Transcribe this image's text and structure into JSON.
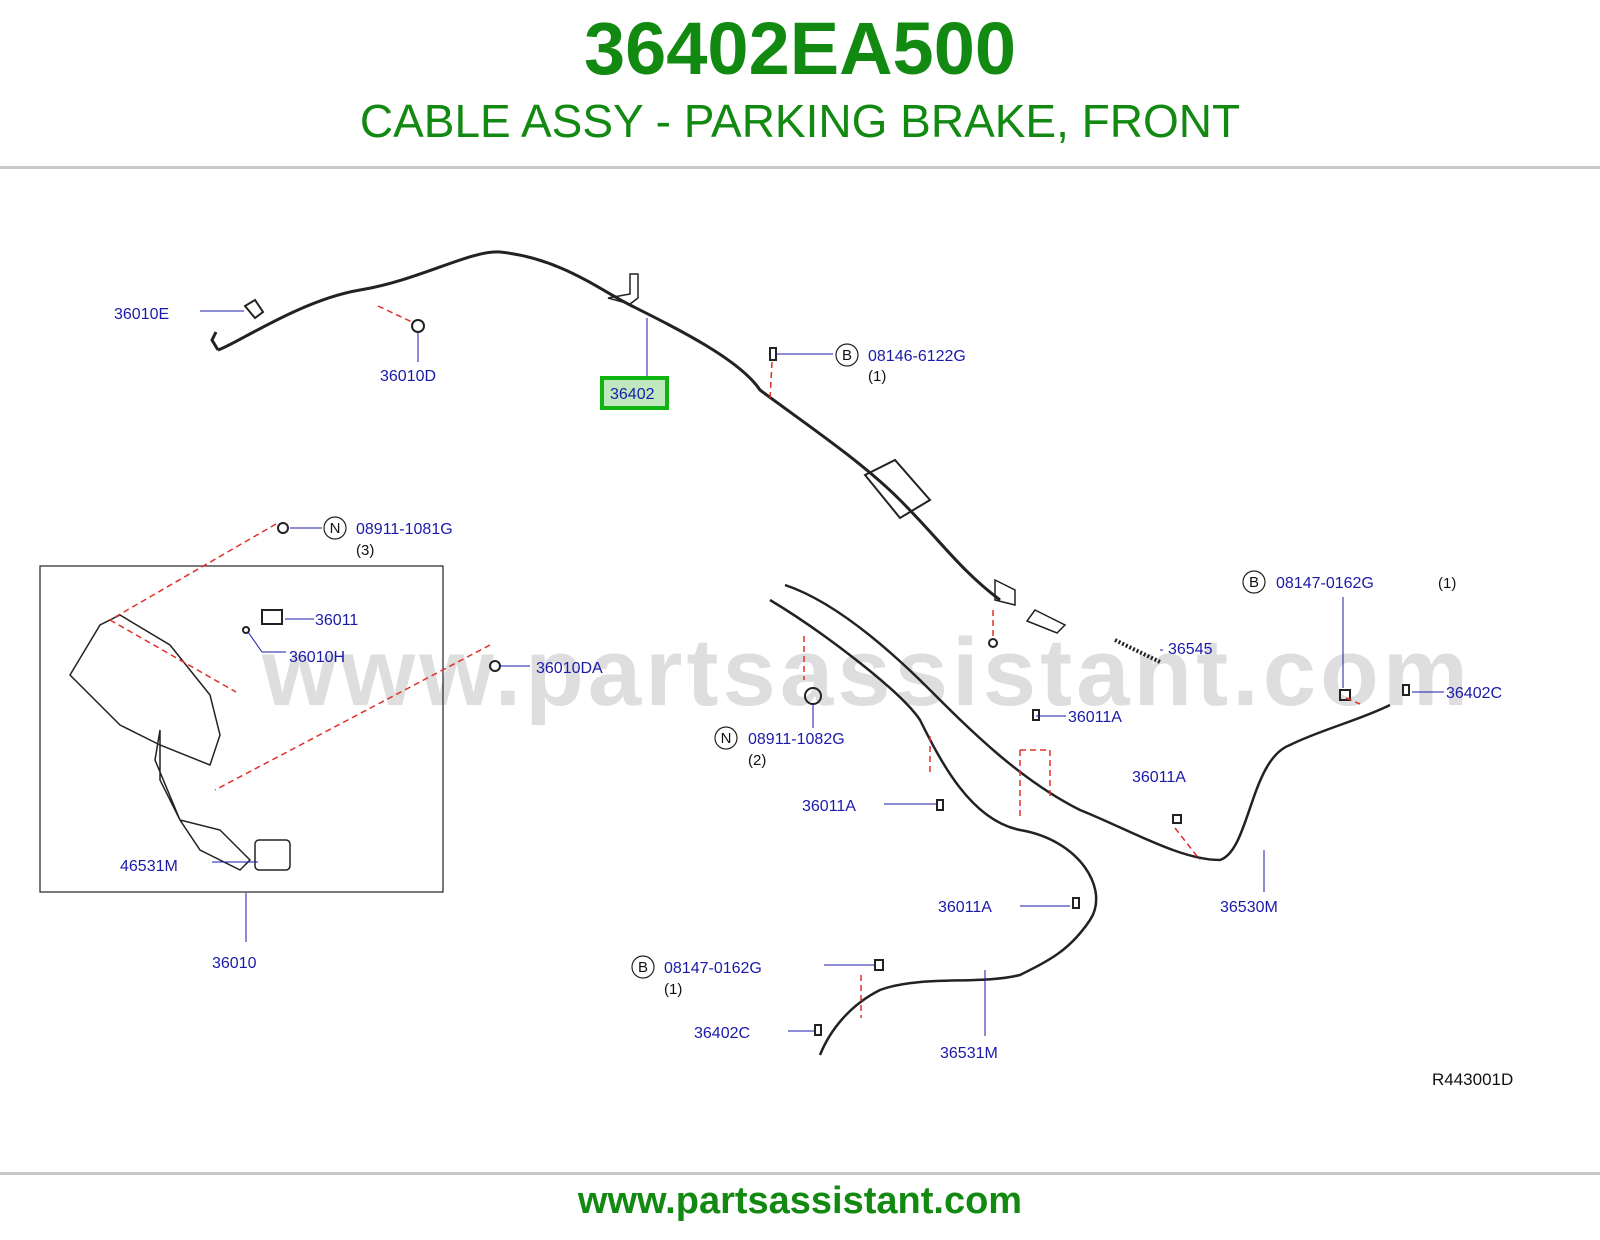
{
  "header": {
    "part_number": "36402EA500",
    "description": "CABLE ASSY - PARKING BRAKE, FRONT"
  },
  "footer": {
    "url": "www.partsassistant.com"
  },
  "watermark": "www.partsassistant.com",
  "colors": {
    "brand_green": "#128a12",
    "label_blue": "#1a1aaa",
    "callout_red": "#e0302a",
    "highlight": "#11b511"
  },
  "diagram": {
    "highlighted_part": "36402",
    "reference_code": "R443001D",
    "labels": {
      "l36010E": "36010E",
      "l36010D": "36010D",
      "l36402": "36402",
      "l08146": "08146-6122G",
      "q08146": "(1)",
      "l08911a": "08911-1081G",
      "q08911a": "(3)",
      "l36011": "36011",
      "l36010H": "36010H",
      "l36010DA": "36010DA",
      "l46531M": "46531M",
      "l36010": "36010",
      "l08147a": "08147-0162G",
      "q08147a": "(1)",
      "l36545": "36545",
      "l36402Ca": "36402C",
      "l08911b": "08911-1082G",
      "q08911b": "(2)",
      "l36011Aa": "36011A",
      "l36011Ab": "36011A",
      "l36011Ac": "36011A",
      "l36011Ad": "36011A",
      "l36530M": "36530M",
      "l08147b": "08147-0162G",
      "q08147b": "(1)",
      "l36402Cb": "36402C",
      "l36531M": "36531M"
    },
    "circle_marks": {
      "b": "B",
      "n": "N"
    }
  }
}
